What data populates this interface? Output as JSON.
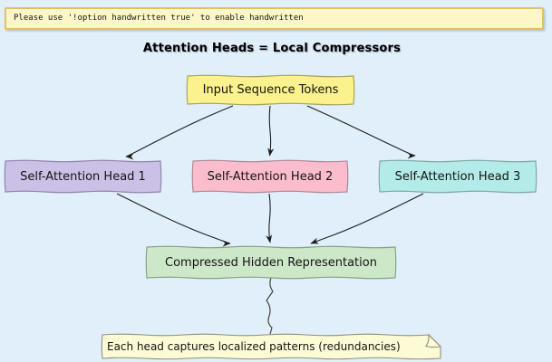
{
  "canvas": {
    "background": "#E0EFFA"
  },
  "colors": {
    "edge": "#1E1E1E",
    "note_connector": "#45453A",
    "top_note_fill": "#FCF6C8",
    "top_note_border": "#E2C25E"
  },
  "top_note": {
    "text": "Please use '!option handwritten true' to enable handwritten"
  },
  "title": {
    "text": "Attention Heads = Local Compressors"
  },
  "nodes": {
    "input": {
      "label": "Input Sequence Tokens",
      "fill": "#FBF18D",
      "border": "#A8A45E"
    },
    "head1": {
      "label": "Self-Attention Head 1",
      "fill": "#CBC0E6",
      "border": "#9086B0"
    },
    "head2": {
      "label": "Self-Attention Head 2",
      "fill": "#FBBDCE",
      "border": "#AD8A97"
    },
    "head3": {
      "label": "Self-Attention Head 3",
      "fill": "#B2EBE7",
      "border": "#7FA9A5"
    },
    "compressed": {
      "label": "Compressed Hidden Representation",
      "fill": "#CDE8C8",
      "border": "#8AA385"
    }
  },
  "bottom_note": {
    "text": "Each head captures localized patterns (redundancies)",
    "fill": "#FDFBD6",
    "border": "#90907A"
  },
  "edges": [
    {
      "from": "Input Sequence Tokens",
      "to": "Self-Attention Head 1",
      "type": "arrow"
    },
    {
      "from": "Input Sequence Tokens",
      "to": "Self-Attention Head 2",
      "type": "arrow"
    },
    {
      "from": "Input Sequence Tokens",
      "to": "Self-Attention Head 3",
      "type": "arrow"
    },
    {
      "from": "Self-Attention Head 1",
      "to": "Compressed Hidden Representation",
      "type": "arrow"
    },
    {
      "from": "Self-Attention Head 2",
      "to": "Compressed Hidden Representation",
      "type": "arrow"
    },
    {
      "from": "Self-Attention Head 3",
      "to": "Compressed Hidden Representation",
      "type": "arrow"
    },
    {
      "from": "Compressed Hidden Representation",
      "to": "Each head captures localized patterns (redundancies)",
      "type": "note-connector"
    }
  ]
}
